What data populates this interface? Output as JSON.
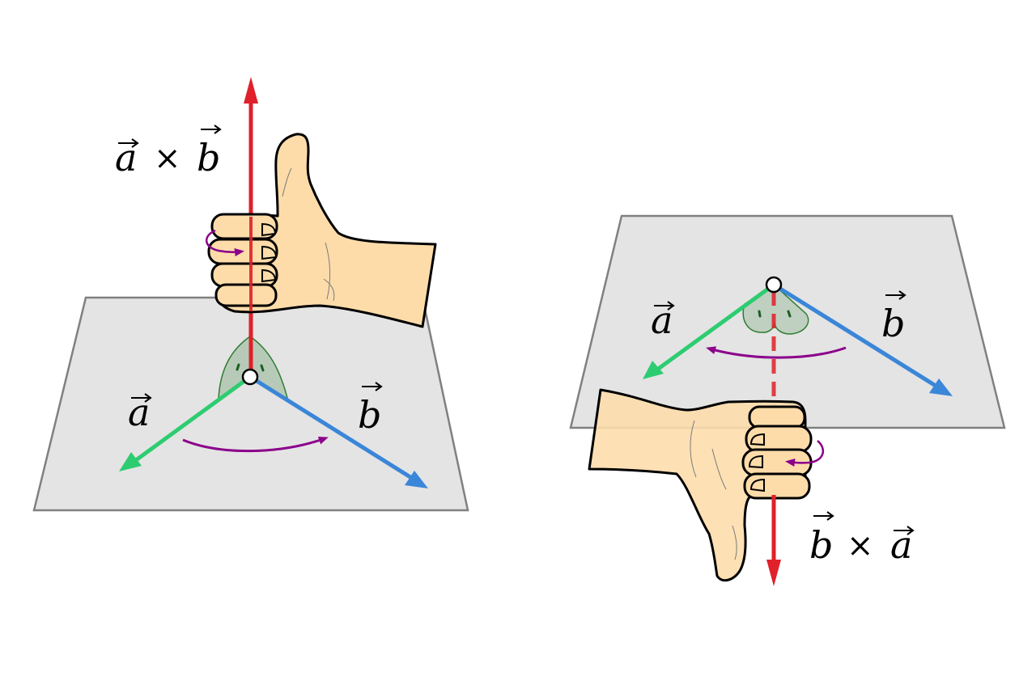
{
  "left_figure": {
    "product_label": {
      "a": "a",
      "times": "×",
      "b": "b"
    },
    "vector_a_label": "a",
    "vector_b_label": "b"
  },
  "right_figure": {
    "product_label": {
      "b": "b",
      "times": "×",
      "a": "a"
    },
    "vector_a_label": "a",
    "vector_b_label": "b"
  },
  "colors": {
    "vector_a": "#2ecc71",
    "vector_b": "#3a86d8",
    "cross_product": "#e0202a",
    "rotation_arrow": "#8b008b",
    "plane_fill": "#e4e4e4",
    "plane_stroke": "#808080",
    "angle_wedge": "#2e7d32",
    "skin": "#fddcaa"
  }
}
